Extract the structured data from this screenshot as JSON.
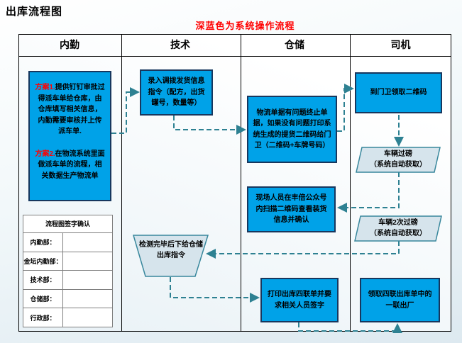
{
  "page": {
    "title": "出库流程图",
    "legend_note": "深蓝色为系统操作流程"
  },
  "colors": {
    "process_box": "#00a2e8",
    "process_border": "#17375e",
    "accent_red": "#ff0000",
    "connector_teal": "#2e8192",
    "shape_fill": "#d6e4ec"
  },
  "lanes": [
    {
      "title": "内勤"
    },
    {
      "title": "技术"
    },
    {
      "title": "仓储"
    },
    {
      "title": "司机"
    }
  ],
  "nodes": {
    "plan": {
      "label1": "方案1.",
      "text1": "提供钉钉审批过得派车单给仓库，由仓库填写相关信息，内勤需要审核并上传派车单.",
      "label2": "方案2.",
      "text2": "在物流系统里面做派车单的流程，相关数据生产物流单"
    },
    "enter_dispatch": {
      "text": "录入调拨发货信息指令（配方，出货罐号，数量等）"
    },
    "inspect_done": {
      "text": "检测完毕后下给仓储出库指令"
    },
    "logistics_check": {
      "text": "物流单据有问题终止单据，如果没有问题打印系统生成的提货二维码给门卫（二维码+车牌号码）"
    },
    "scan_confirm": {
      "text": "现场人员在丰倍公众号内扫描二维码查看装货信息并确认"
    },
    "print_form": {
      "text": "打印出库四联单并要求相关人员签字"
    },
    "get_qrcode": {
      "text": "到门卫领取二维码"
    },
    "weigh_first": {
      "line1": "车辆过磅",
      "line2": "（系统自动获取）"
    },
    "weigh_second": {
      "line1": "车辆2次过磅",
      "line2": "（系统自动获取）"
    },
    "take_copy": {
      "text": "领取四联出库单中的一联出厂"
    }
  },
  "sign_table": {
    "title": "流程图签字确认",
    "rows": [
      "内勤部：",
      "金坛内勤部：",
      "技术部：",
      "仓储部：",
      "行政部："
    ]
  }
}
